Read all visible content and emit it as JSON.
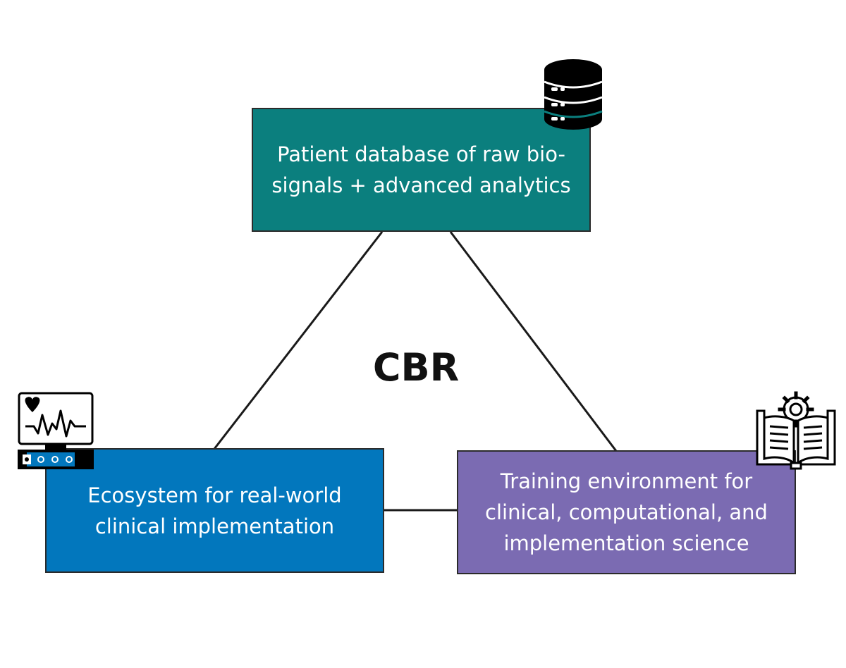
{
  "diagram": {
    "center_label": "CBR",
    "nodes": {
      "top": {
        "text": "Patient database of raw bio-signals + advanced analytics",
        "color": "#0b7f7e",
        "icon": "database-icon"
      },
      "left": {
        "text": "Ecosystem for real-world clinical implementation",
        "color": "#0277bd",
        "icon": "heart-monitor-icon"
      },
      "right": {
        "text": "Training environment for clinical, computational, and implementation science",
        "color": "#7b6bb2",
        "icon": "book-gear-icon"
      }
    },
    "connections": [
      {
        "from": "top",
        "to": "left"
      },
      {
        "from": "top",
        "to": "right"
      },
      {
        "from": "left",
        "to": "right"
      }
    ]
  }
}
